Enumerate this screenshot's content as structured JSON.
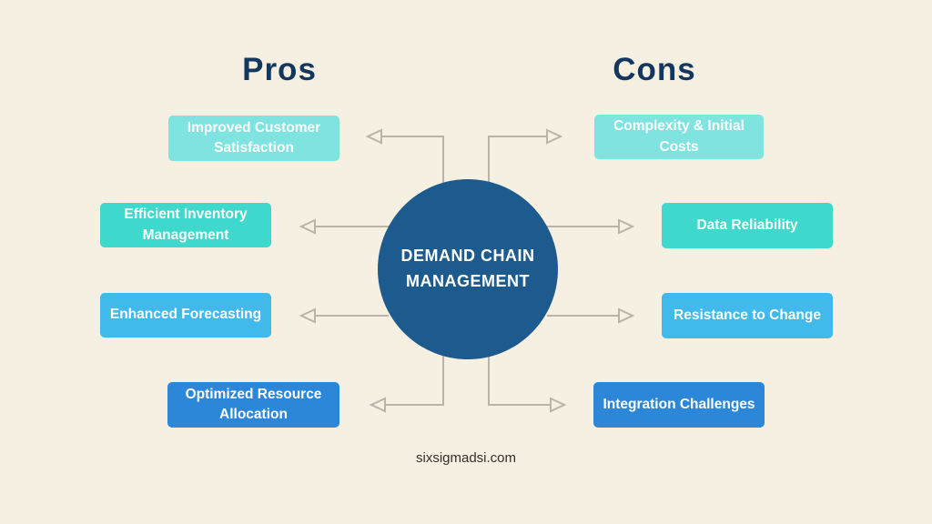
{
  "page": {
    "title": "Demand Chain Management Pros and Cons Diagram"
  },
  "headings": {
    "pros": "Pros",
    "cons": "Cons"
  },
  "center": {
    "label": "DEMAND CHAIN MANAGEMENT",
    "color": "#1d5a8e"
  },
  "pros_items": [
    {
      "label": "Improved Customer Satisfaction",
      "color": "#7fe3e0"
    },
    {
      "label": "Efficient Inventory Management",
      "color": "#3ed8cc"
    },
    {
      "label": "Enhanced Forecasting",
      "color": "#41b9ea"
    },
    {
      "label": "Optimized Resource Allocation",
      "color": "#2d87d8"
    }
  ],
  "cons_items": [
    {
      "label": "Complexity & Initial Costs",
      "color": "#7fe3e0"
    },
    {
      "label": "Data Reliability",
      "color": "#3ed8cc"
    },
    {
      "label": "Resistance to Change",
      "color": "#41b9ea"
    },
    {
      "label": "Integration Challenges",
      "color": "#2d87d8"
    }
  ],
  "footer": {
    "website": "sixsigmadsi.com"
  },
  "colors": {
    "background": "#f5f0e2",
    "heading": "#14375f",
    "connector": "#b9b4a8",
    "box_text": "#ffffff"
  }
}
